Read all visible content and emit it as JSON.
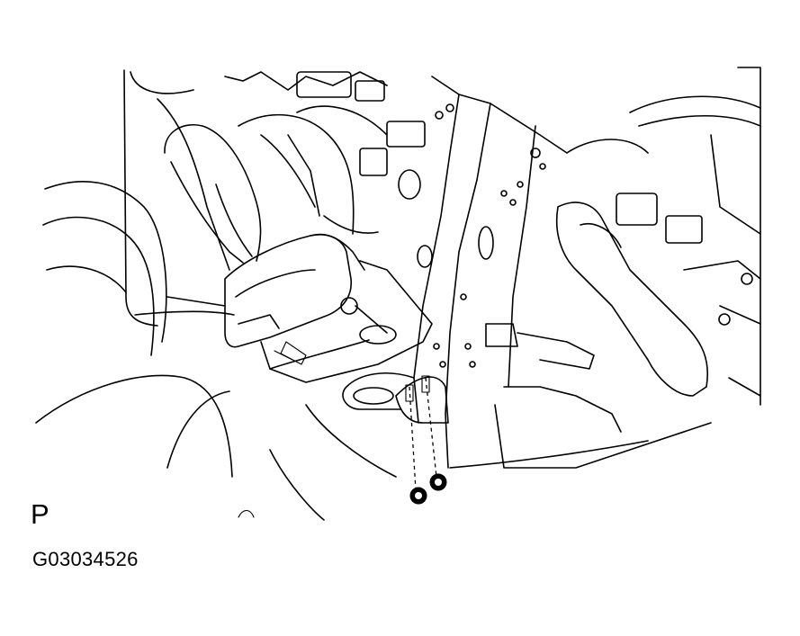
{
  "view_label": "P",
  "figure_id": "G03034526",
  "icons": {
    "illustration": "gear-shift-assembly-mounting-illustration",
    "bolts": "bolt-icon"
  }
}
